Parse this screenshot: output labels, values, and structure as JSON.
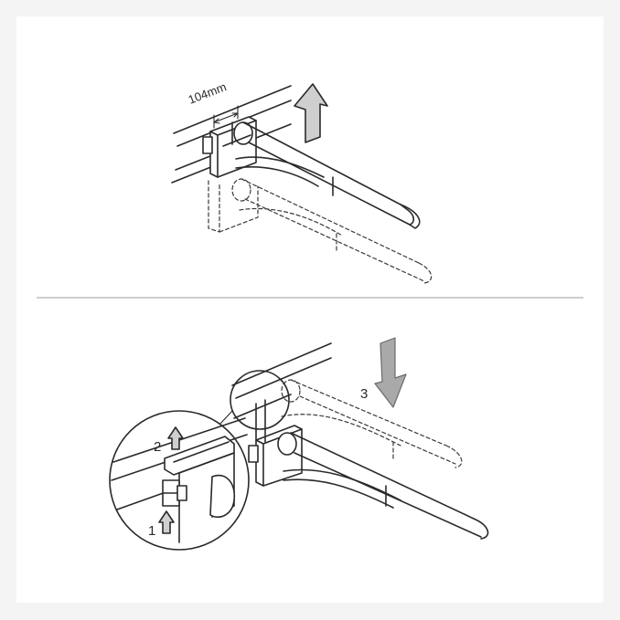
{
  "top_panel": {
    "dimension_label": "104mm",
    "arrow_direction": "up"
  },
  "bottom_panel": {
    "steps": [
      {
        "label": "1",
        "arrow_direction": "up"
      },
      {
        "label": "2",
        "arrow_direction": "up"
      },
      {
        "label": "3",
        "arrow_direction": "down"
      }
    ]
  },
  "colors": {
    "background": "#f4f4f4",
    "panel": "#ffffff",
    "line": "#2a2a2a",
    "arrow_fill": "#cfcfcf",
    "divider": "#bdbdbd"
  }
}
